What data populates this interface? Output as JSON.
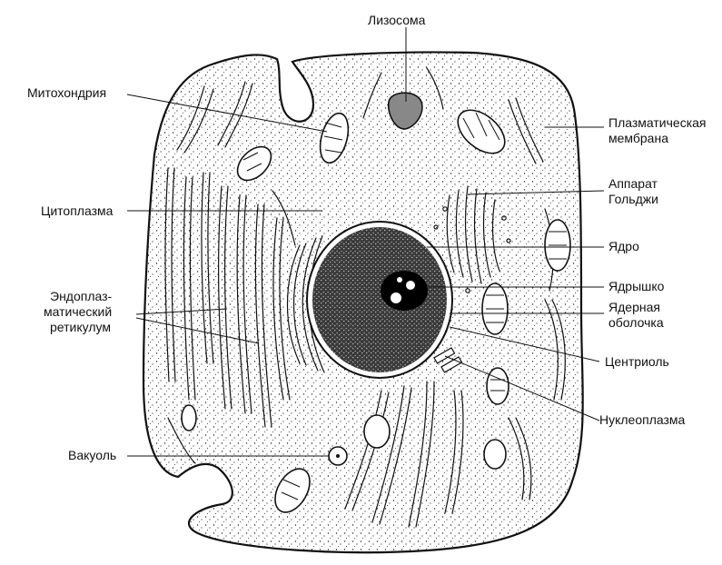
{
  "labels": {
    "lysosome": "Лизосома",
    "mitochondria": "Митохондрия",
    "plasma_membrane_1": "Плазматическая",
    "plasma_membrane_2": "мембрана",
    "golgi_1": "Аппарат",
    "golgi_2": "Гольджи",
    "cytoplasm": "Цитоплазма",
    "nucleus": "Ядро",
    "nucleolus": "Ядрышко",
    "er_1": "Эндоплаз-",
    "er_2": "матический",
    "er_3": "ретикулум",
    "nuclear_envelope_1": "Ядерная",
    "nuclear_envelope_2": "оболочка",
    "centriole": "Центриоль",
    "nucleoplasm": "Нуклеоплазма",
    "vacuole": "Вакуоль"
  }
}
